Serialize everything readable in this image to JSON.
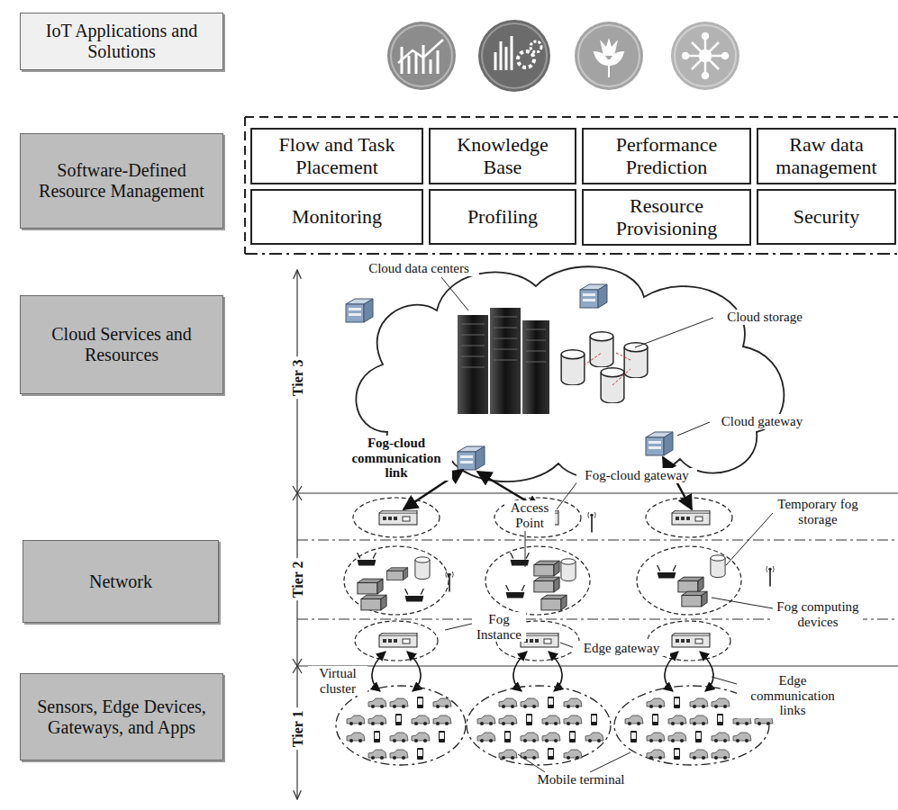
{
  "diagram": {
    "nodes": [
      {
        "text": [
          "IoT Applications and Solutions"
        ]
      },
      {
        "text": [
          "Software-Defined Resource Management"
        ]
      },
      {
        "text": [
          "Flow and Task Placement"
        ]
      },
      {
        "text": [
          "Knowledge Base"
        ]
      },
      {
        "text": [
          "Performance Prediction"
        ]
      },
      {
        "text": [
          "Raw data management"
        ]
      },
      {
        "text": [
          "Monitoring"
        ]
      },
      {
        "text": [
          "Profiling"
        ]
      },
      {
        "text": [
          "Resource Provisioning"
        ]
      },
      {
        "text": [
          "Security"
        ]
      },
      {
        "text": [
          "Cloud Services and Resources"
        ]
      },
      {
        "text": [
          "Network"
        ]
      },
      {
        "text": [
          "Sensors, Edge Devices, Gateways, and Apps"
        ]
      }
    ],
    "labels": [
      "Tier 3",
      "Tier 2",
      "Tier 1",
      "Cloud data centers",
      "Cloud storage",
      "Cloud gateway",
      "Fog-cloud communication link",
      "Fog-cloud gateway",
      "Access Point",
      "Temporary fog storage",
      "Fog computing devices",
      "Fog Instance",
      "Edge gateway",
      "Edge communication links",
      "Virtual cluster",
      "Mobile terminal"
    ]
  }
}
